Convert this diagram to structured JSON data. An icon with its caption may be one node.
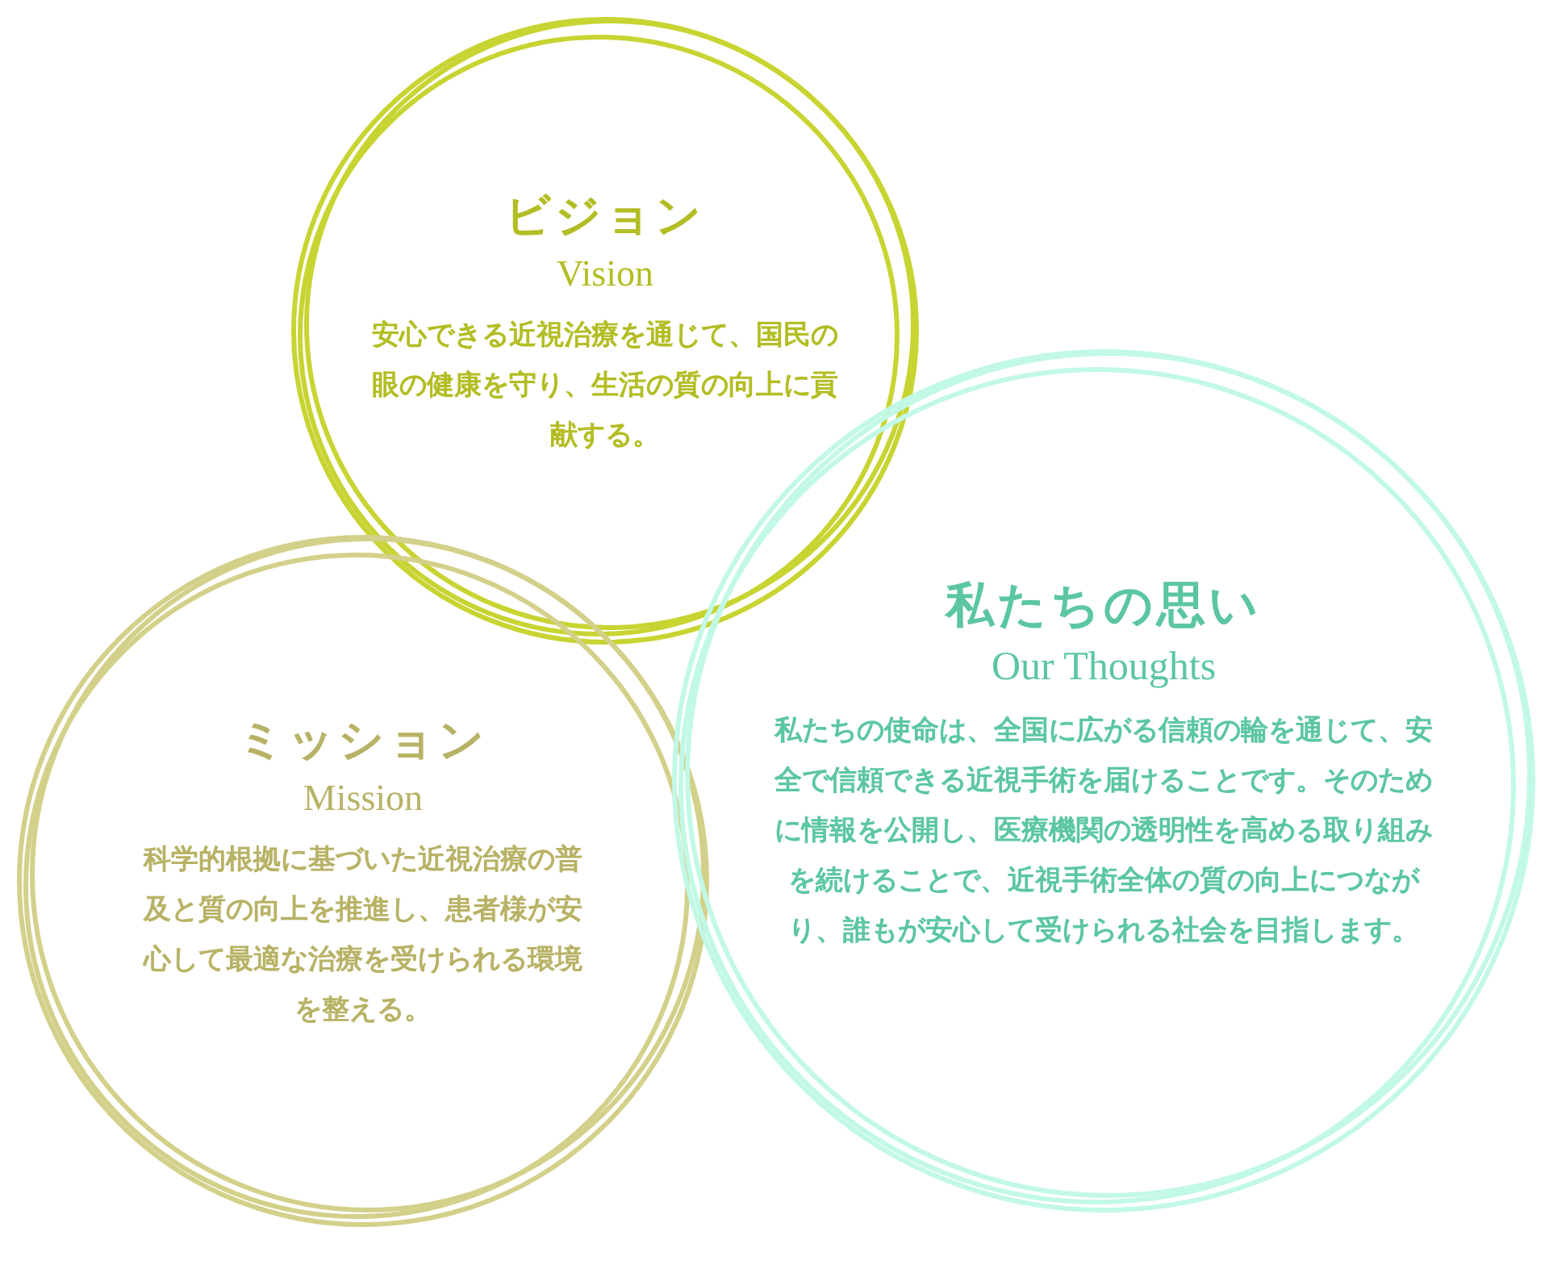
{
  "diagram": {
    "nodes": [
      {
        "text": [
          "ビジョン",
          "Vision",
          "安心できる近視治療を通じて、国民の眼の健康を守り、生活の質の向上に貢献する。"
        ]
      },
      {
        "text": [
          "ミッション",
          "Mission",
          "科学的根拠に基づいた近視治療の普及と質の向上を推進し、患者様が安心して最適な治療を受けられる環境を整える。"
        ]
      },
      {
        "text": [
          "私たちの思い",
          "Our Thoughts",
          "私たちの使命は、全国に広がる信頼の輪を通じて、安全で信頼できる近視手術を届けることです。そのために情報を公開し、医療機関の透明性を高める取り組みを続けることで、近視手術全体の質の向上につながり、誰もが安心して受けられる社会を目指します。"
        ]
      }
    ]
  }
}
